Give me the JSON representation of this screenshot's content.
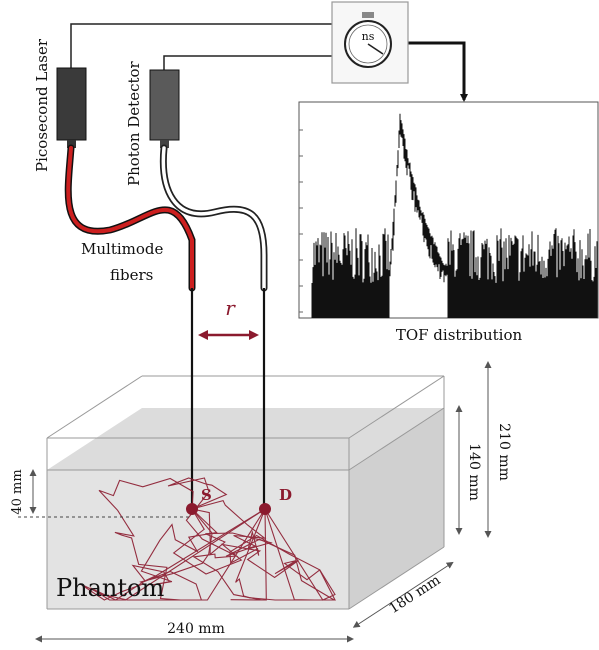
{
  "labels": {
    "laser": "Picosecond Laser",
    "detector": "Photon Detector",
    "timer_unit": "ns",
    "fibers_line1": "Multimode",
    "fibers_line2": "fibers",
    "separation": "r",
    "tof": "TOF distribution",
    "source": "S",
    "detector_point": "D",
    "phantom": "Phantom",
    "depth": "40 mm",
    "liquid_height": "140 mm",
    "box_height": "210 mm",
    "box_depth": "180 mm",
    "box_width": "240 mm"
  },
  "colors": {
    "fiber_red": "#cc1f1f",
    "accent": "#8b1a2e",
    "laser_body": "#3a3a3a",
    "detector_body": "#5a5a5a",
    "liquid": "#e1e1e1",
    "line": "#111111"
  }
}
